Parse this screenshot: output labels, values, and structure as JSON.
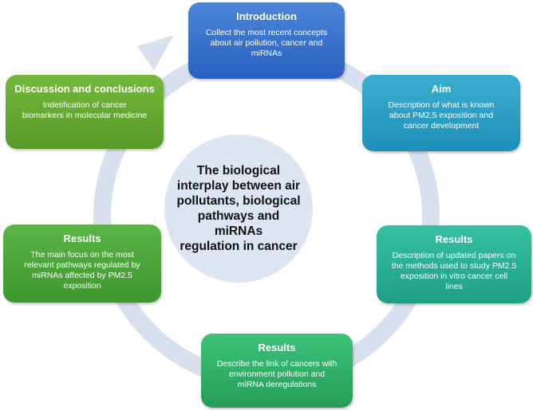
{
  "center": {
    "text": "The biological\ninterplay between air\npollutants, biological\npathways and miRNAs\nregulation in cancer"
  },
  "boxes": {
    "introduction": {
      "title": "Introduction",
      "text": "Collect the most recent concepts\nabout air pollution, cancer and\nmiRNAs"
    },
    "aim": {
      "title": "Aim",
      "text": "Description of what is known\nabout PM2.5 exposition and\ncancer development"
    },
    "results_right": {
      "title": "Results",
      "text": "Description of updated papers on\nthe methods used to study PM2.5\nexposition in vitro cancer cell\nlines"
    },
    "results_bottom": {
      "title": "Results",
      "text": "Describe the link of cancers with\nenvironment pollution and\nmiRNA deregulations"
    },
    "results_left": {
      "title": "Results",
      "text": "The main focus on the most\nrelevant pathways regulated by\nmiRNAs affected by PM2.5\nexposition"
    },
    "discussion": {
      "title": "Discussion and conclusions",
      "text": "Indetification of cancer\nbiomarkers in molecular medicine"
    }
  },
  "colors": {
    "ring": "#d8dfee",
    "center_fill": "#dde4f2",
    "introduction": "#2f67c7",
    "aim": "#2a9fc4",
    "results_right": "#27ad92",
    "results_bottom": "#2bae63",
    "results_left": "#4aa637",
    "discussion": "#65a92f"
  }
}
